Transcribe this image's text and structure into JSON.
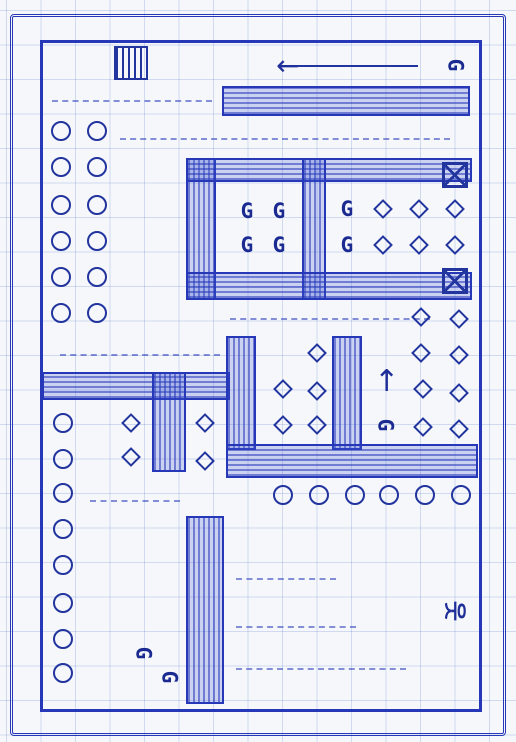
{
  "board": {
    "ghost_glyph": "G",
    "player_glyph": "웃",
    "arrow_left_glyph": "←",
    "arrow_up_glyph": "↑",
    "ink_color": "#22349e",
    "paper_color": "#f6f7fb",
    "grid_color": "#8ea6d8",
    "tokens": {
      "coin": "coin",
      "diamond": "diamond",
      "ghost": "ghost",
      "crate": "crate",
      "gate": "gate",
      "arrow": "arrow",
      "player": "player"
    }
  }
}
